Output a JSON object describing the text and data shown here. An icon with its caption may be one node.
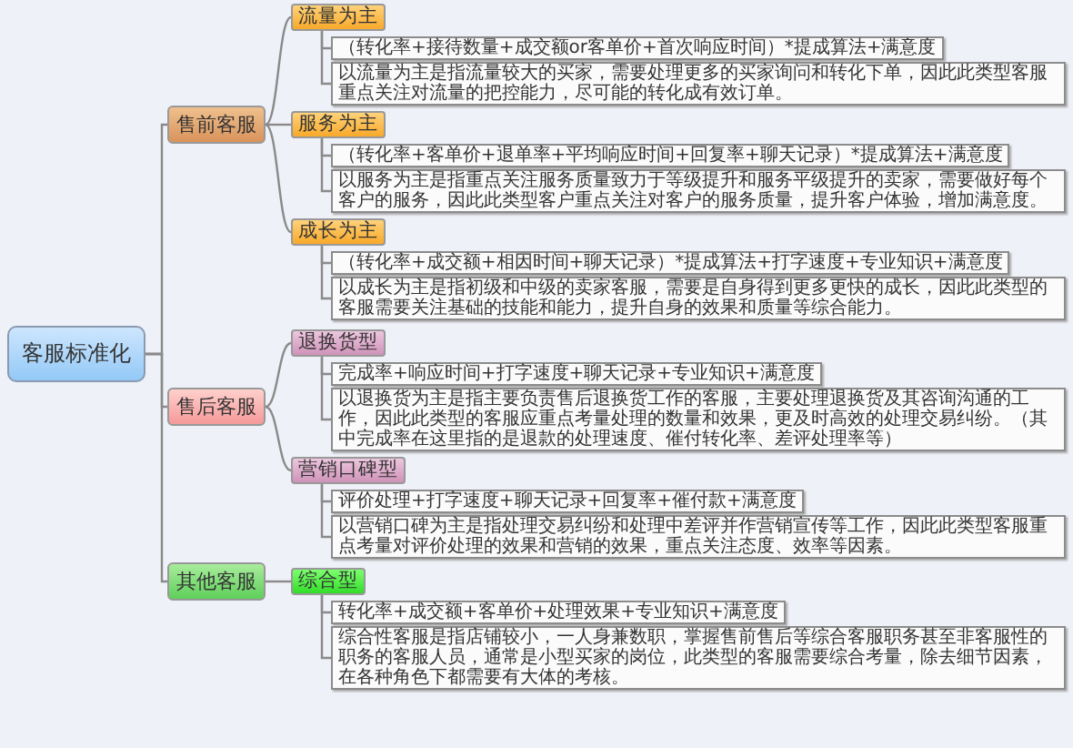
{
  "diagram": {
    "nodes": [
      {
        "text": [
          "客服标准化"
        ]
      },
      {
        "text": [
          "售前客服"
        ]
      },
      {
        "text": [
          "流量为主"
        ]
      },
      {
        "text": [
          "（转化率+接待数量+成交额or客单价+首次响应时间）*提成算法+满意度"
        ]
      },
      {
        "text": [
          "以流量为主是指流量较大的买家，需要处理更多的买家询问和转化下单，因此此类型客服重点关注对流量的把控能力，尽可能的转化成有效订单。"
        ]
      },
      {
        "text": [
          "服务为主"
        ]
      },
      {
        "text": [
          "（转化率+客单价+退单率+平均响应时间+回复率+聊天记录）*提成算法+满意度"
        ]
      },
      {
        "text": [
          "以服务为主是指重点关注服务质量致力于等级提升和服务平级提升的卖家，需要做好每个客户的服务，因此此类型客户重点关注对客户的服务质量，提升客户体验，增加满意度。"
        ]
      },
      {
        "text": [
          "成长为主"
        ]
      },
      {
        "text": [
          "（转化率+成交额+相因时间+聊天记录）*提成算法+打字速度+专业知识+满意度"
        ]
      },
      {
        "text": [
          "以成长为主是指初级和中级的卖家客服，需要是自身得到更多更快的成长，因此此类型的客服需要关注基础的技能和能力，提升自身的效果和质量等综合能力。"
        ]
      },
      {
        "text": [
          "售后客服"
        ]
      },
      {
        "text": [
          "退换货型"
        ]
      },
      {
        "text": [
          "完成率+响应时间+打字速度+聊天记录+专业知识+满意度"
        ]
      },
      {
        "text": [
          "以退换货为主是指主要负责售后退换货工作的客服，主要处理退换货及其咨询沟通的工作，因此此类型的客服应重点考量处理的数量和效果，更及时高效的处理交易纠纷。（其中完成率在这里指的是退款的处理速度、催付转化率、差评处理率等）"
        ]
      },
      {
        "text": [
          "营销口碑型"
        ]
      },
      {
        "text": [
          "评价处理+打字速度+聊天记录+回复率+催付款+满意度"
        ]
      },
      {
        "text": [
          "以营销口碑为主是指处理交易纠纷和处理中差评并作营销宣传等工作，因此此类型客服重点考量对评价处理的效果和营销的效果，重点关注态度、效率等因素。"
        ]
      },
      {
        "text": [
          "其他客服"
        ]
      },
      {
        "text": [
          "综合型"
        ]
      },
      {
        "text": [
          "转化率+成交额+客单价+处理效果+专业知识+满意度"
        ]
      },
      {
        "text": [
          "综合性客服是指店铺较小，一人身兼数职，掌握售前售后等综合客服职务甚至非客服性的职务的客服人员，通常是小型买家的岗位，此类型的客服需要综合考量，除去细节因素，在各种角色下都需要有大体的考核。"
        ]
      }
    ],
    "edges": [
      {
        "from": 0,
        "to": 1,
        "arrow": "none"
      },
      {
        "from": 0,
        "to": 11,
        "arrow": "none"
      },
      {
        "from": 0,
        "to": 18,
        "arrow": "none"
      },
      {
        "from": 1,
        "to": 2,
        "arrow": "none"
      },
      {
        "from": 1,
        "to": 5,
        "arrow": "none"
      },
      {
        "from": 1,
        "to": 8,
        "arrow": "none"
      },
      {
        "from": 2,
        "to": 3,
        "arrow": "none"
      },
      {
        "from": 2,
        "to": 4,
        "arrow": "none"
      },
      {
        "from": 5,
        "to": 6,
        "arrow": "none"
      },
      {
        "from": 5,
        "to": 7,
        "arrow": "none"
      },
      {
        "from": 8,
        "to": 9,
        "arrow": "none"
      },
      {
        "from": 8,
        "to": 10,
        "arrow": "none"
      },
      {
        "from": 11,
        "to": 12,
        "arrow": "none"
      },
      {
        "from": 11,
        "to": 15,
        "arrow": "none"
      },
      {
        "from": 12,
        "to": 13,
        "arrow": "none"
      },
      {
        "from": 12,
        "to": 14,
        "arrow": "none"
      },
      {
        "from": 15,
        "to": 16,
        "arrow": "none"
      },
      {
        "from": 15,
        "to": 17,
        "arrow": "none"
      },
      {
        "from": 18,
        "to": 19,
        "arrow": "none"
      },
      {
        "from": 19,
        "to": 20,
        "arrow": "none"
      },
      {
        "from": 19,
        "to": 21,
        "arrow": "none"
      }
    ]
  }
}
